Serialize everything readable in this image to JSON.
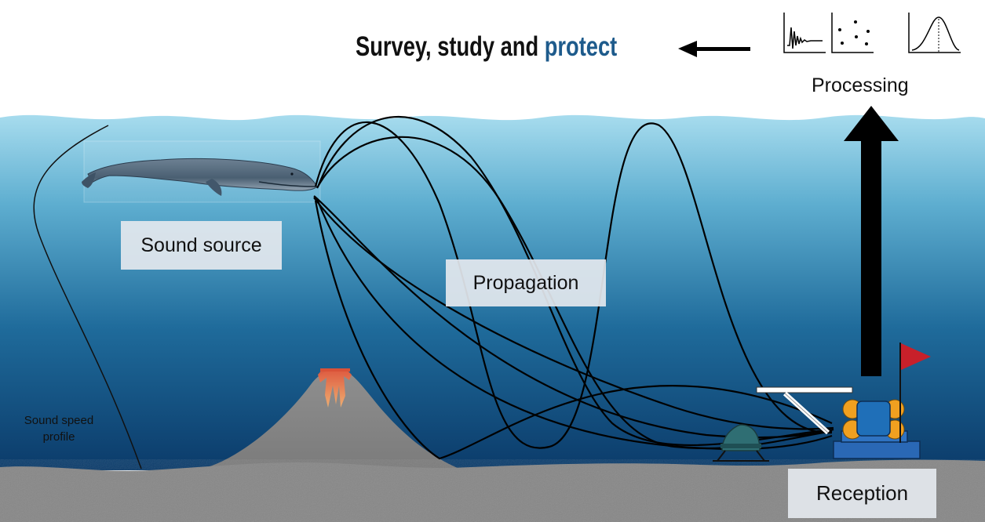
{
  "title": {
    "prefix": "Survey, study and ",
    "accent": "protect"
  },
  "labels": {
    "sound_source": "Sound source",
    "propagation": "Propagation",
    "reception": "Reception",
    "processing": "Processing",
    "ssp_line1": "Sound speed",
    "ssp_line2": "profile"
  },
  "colors": {
    "title_accent": "#1e5b8c",
    "water_top": "#9fd6ea",
    "water_bottom": "#0c3e6e",
    "seabed": "#8a8a8a",
    "flag": "#c8202a",
    "instrument": "#1f6fb8",
    "float": "#f0a020",
    "volcano_glow": "#e06a3a"
  },
  "icons": [
    "waveform-plot-icon",
    "scatter-plot-icon",
    "distribution-plot-icon"
  ]
}
